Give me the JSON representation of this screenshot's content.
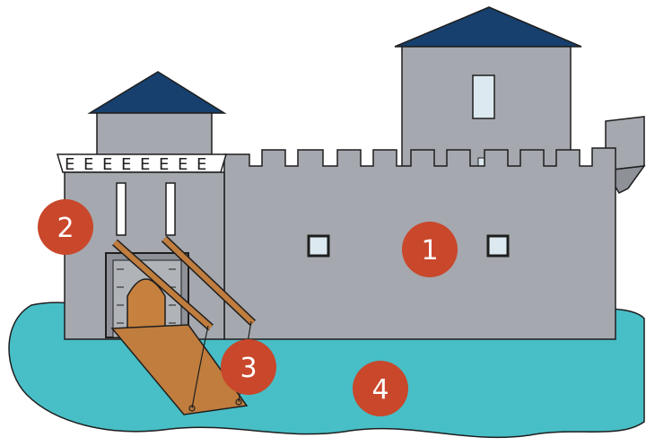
{
  "markers": [
    {
      "id": "marker-1",
      "label": "1"
    },
    {
      "id": "marker-2",
      "label": "2"
    },
    {
      "id": "marker-3",
      "label": "3"
    },
    {
      "id": "marker-4",
      "label": "4"
    }
  ],
  "colors": {
    "moat": "#48bec6",
    "stone": "#a5a8ae",
    "stone_dark": "#8e9197",
    "roof": "#17406e",
    "window": "#dce9f0",
    "wood": "#c07d3e",
    "door": "#c7813e",
    "marker": "#c9472b",
    "outline": "#1e1e1e"
  },
  "icons": {
    "gate_tower_crenellation": "dotted-frieze"
  }
}
